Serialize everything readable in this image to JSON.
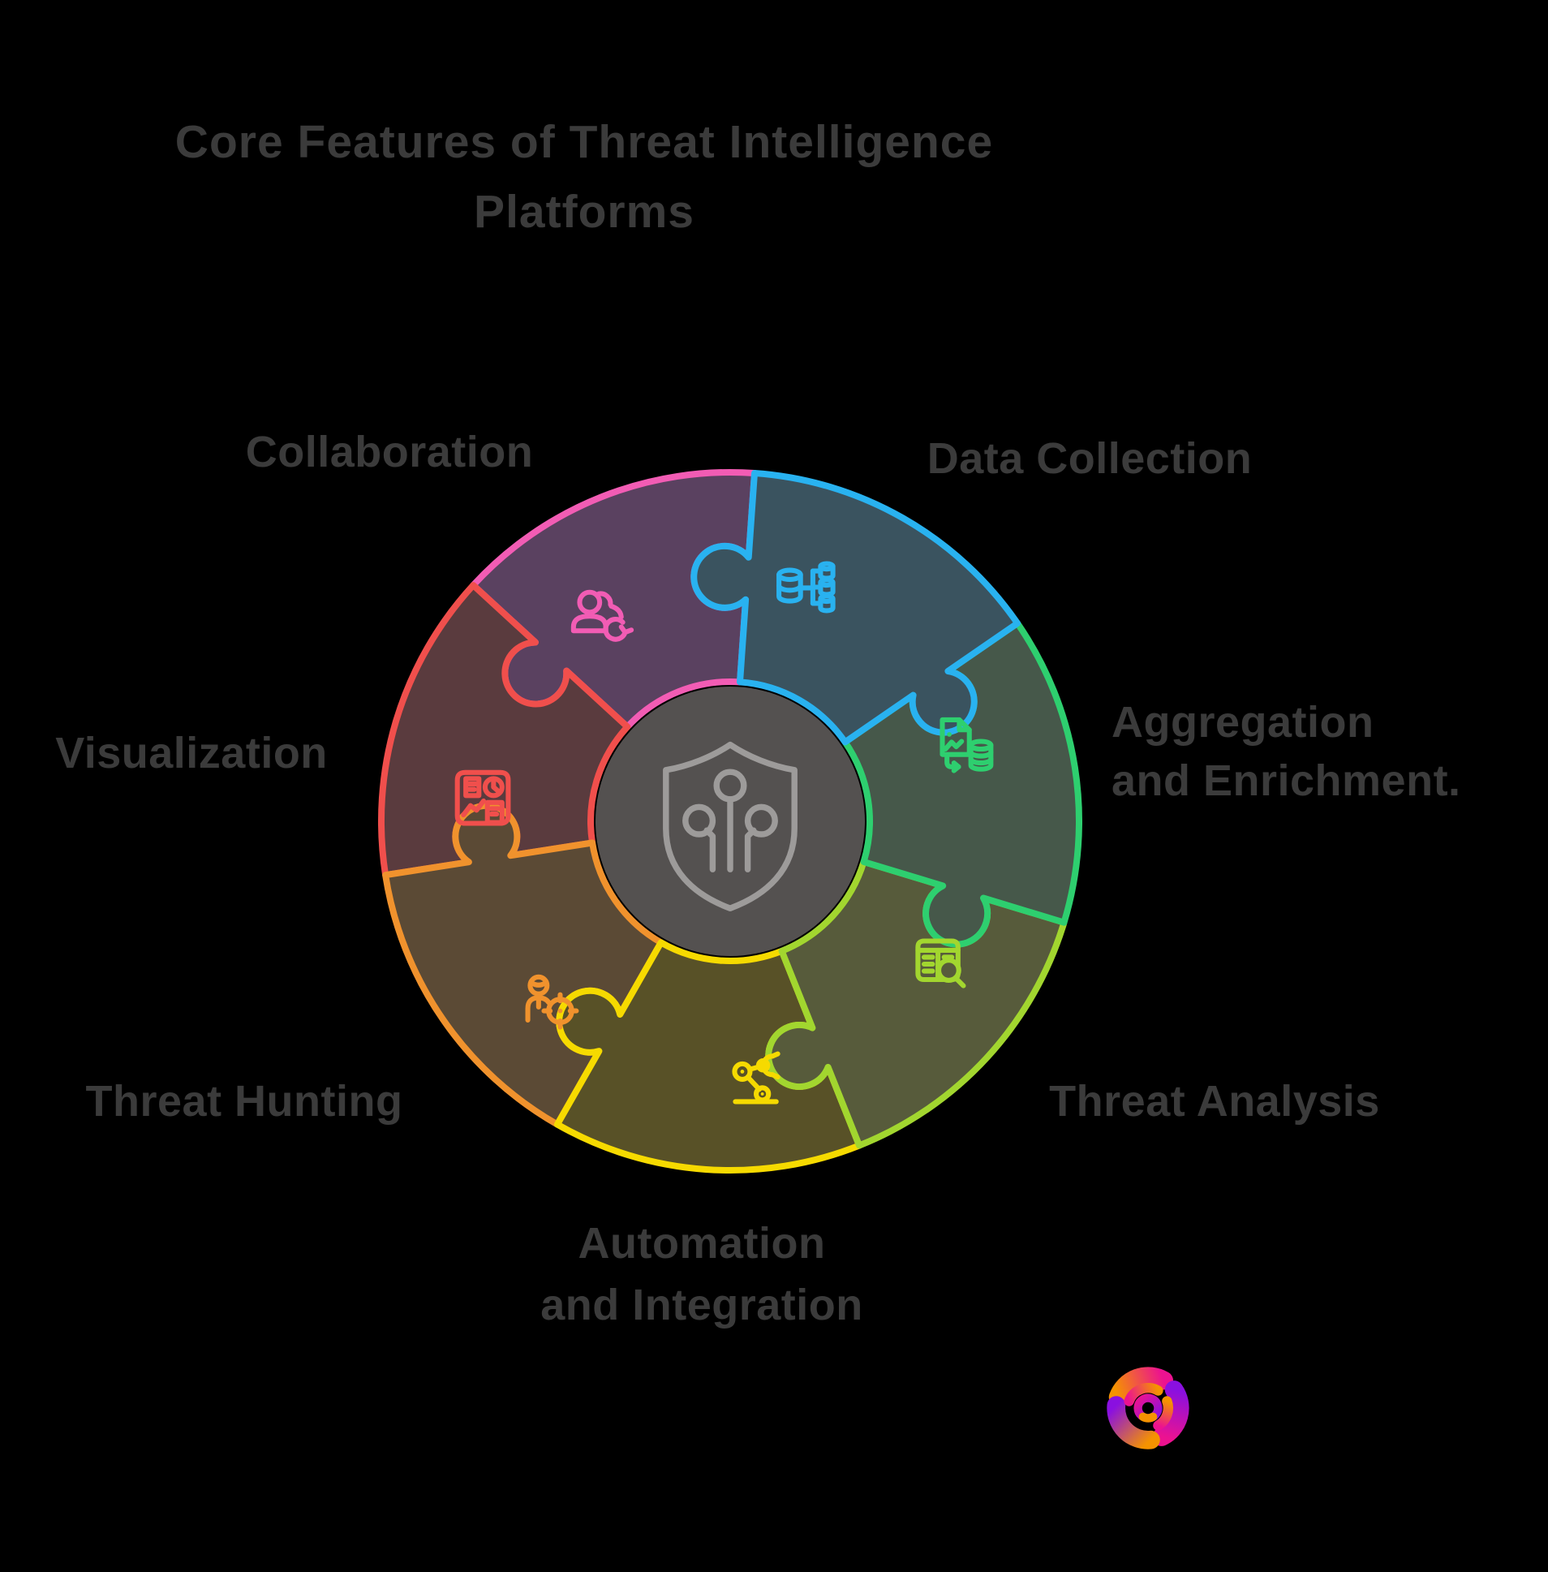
{
  "title": {
    "line1": "Core Features of Threat Intelligence",
    "line2": "Platforms"
  },
  "colors": {
    "background": "#000000",
    "text": "#3b3b3b",
    "center_fill": "#545150",
    "center_icon_stroke": "#9d9b9a"
  },
  "center": {
    "icon": "shield-circuit-icon"
  },
  "segments": [
    {
      "id": "data-collection",
      "label": "Data Collection",
      "color": "#29b2f0",
      "fill": "#3a535f",
      "icon": "database-sources-icon"
    },
    {
      "id": "aggregation-enrichment",
      "label_lines": [
        "Aggregation",
        "and Enrichment."
      ],
      "color": "#2ecf6f",
      "fill": "#46584a",
      "icon": "file-to-database-icon"
    },
    {
      "id": "threat-analysis",
      "label": "Threat Analysis",
      "color": "#a2d62f",
      "fill": "#575b3b",
      "icon": "table-search-icon"
    },
    {
      "id": "automation-integration",
      "label_lines": [
        "Automation",
        "and Integration"
      ],
      "color": "#f6da00",
      "fill": "#585127",
      "icon": "robot-arm-icon"
    },
    {
      "id": "threat-hunting",
      "label": "Threat Hunting",
      "color": "#f0922d",
      "fill": "#5b4a35",
      "icon": "person-target-icon"
    },
    {
      "id": "visualization",
      "label": "Visualization",
      "color": "#f04f4c",
      "fill": "#5a3b3e",
      "icon": "dashboard-charts-icon"
    },
    {
      "id": "collaboration",
      "label": "Collaboration",
      "color": "#f25cb4",
      "fill": "#5a4160",
      "icon": "people-sync-icon"
    }
  ],
  "logo": {
    "name": "brand-swirl-logo",
    "colors": [
      "#f59300",
      "#ec1290",
      "#8a10e0"
    ]
  }
}
